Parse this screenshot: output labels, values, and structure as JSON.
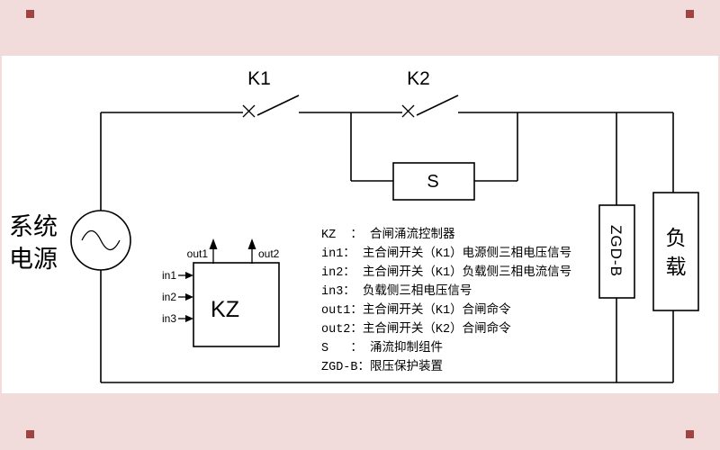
{
  "colors": {
    "frame_pink": "#f2dcdb",
    "corner_marker": "#a04442",
    "ink": "#000000",
    "paper": "#ffffff"
  },
  "diagram": {
    "power_source": {
      "line1": "系统",
      "line2": "电源"
    },
    "switch_k1": {
      "label": "K1"
    },
    "switch_k2": {
      "label": "K2"
    },
    "suppressor": {
      "label": "S"
    },
    "controller": {
      "label": "KZ",
      "inputs": [
        "in1",
        "in2",
        "in3"
      ],
      "outputs": [
        "out1",
        "out2"
      ]
    },
    "voltage_limiter": {
      "label": "ZGD-B"
    },
    "load": {
      "char1": "负",
      "char2": "载"
    }
  },
  "legend": {
    "lines": [
      "KZ  ： 合闸涌流控制器",
      "in1： 主合闸开关（K1）电源侧三相电压信号",
      "in2： 主合闸开关（K1）负载侧三相电流信号",
      "in3： 负载侧三相电压信号",
      "out1：主合闸开关（K1）合闸命令",
      "out2：主合闸开关（K2）合闸命令",
      "S   ： 涌流抑制组件",
      "ZGD-B：限压保护装置"
    ]
  }
}
